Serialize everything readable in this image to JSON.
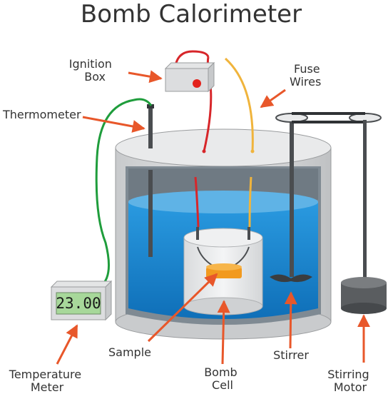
{
  "title": "Bomb Calorimeter",
  "labels": {
    "ignition_box": [
      "Ignition",
      "Box"
    ],
    "fuse_wires": [
      "Fuse",
      "Wires"
    ],
    "thermometer": "Thermometer",
    "sample": "Sample",
    "bomb_cell": [
      "Bomb",
      "Cell"
    ],
    "stirrer": "Stirrer",
    "stirring_motor": [
      "Stirring",
      "Motor"
    ],
    "temperature_meter": [
      "Temperature",
      "Meter"
    ]
  },
  "temperature_readout": "23.00",
  "colors": {
    "arrow": "#e8572a",
    "water": "#1f8fd6",
    "water_top": "#5fb3e6",
    "red_wire": "#d7262a",
    "yellow_wire": "#f0b43c",
    "green_wire": "#1f9d3c",
    "metal": "#d6d8da",
    "dark_metal": "#4a4d50",
    "sample": "#f29a1f",
    "lcd": "#a7d89a"
  }
}
